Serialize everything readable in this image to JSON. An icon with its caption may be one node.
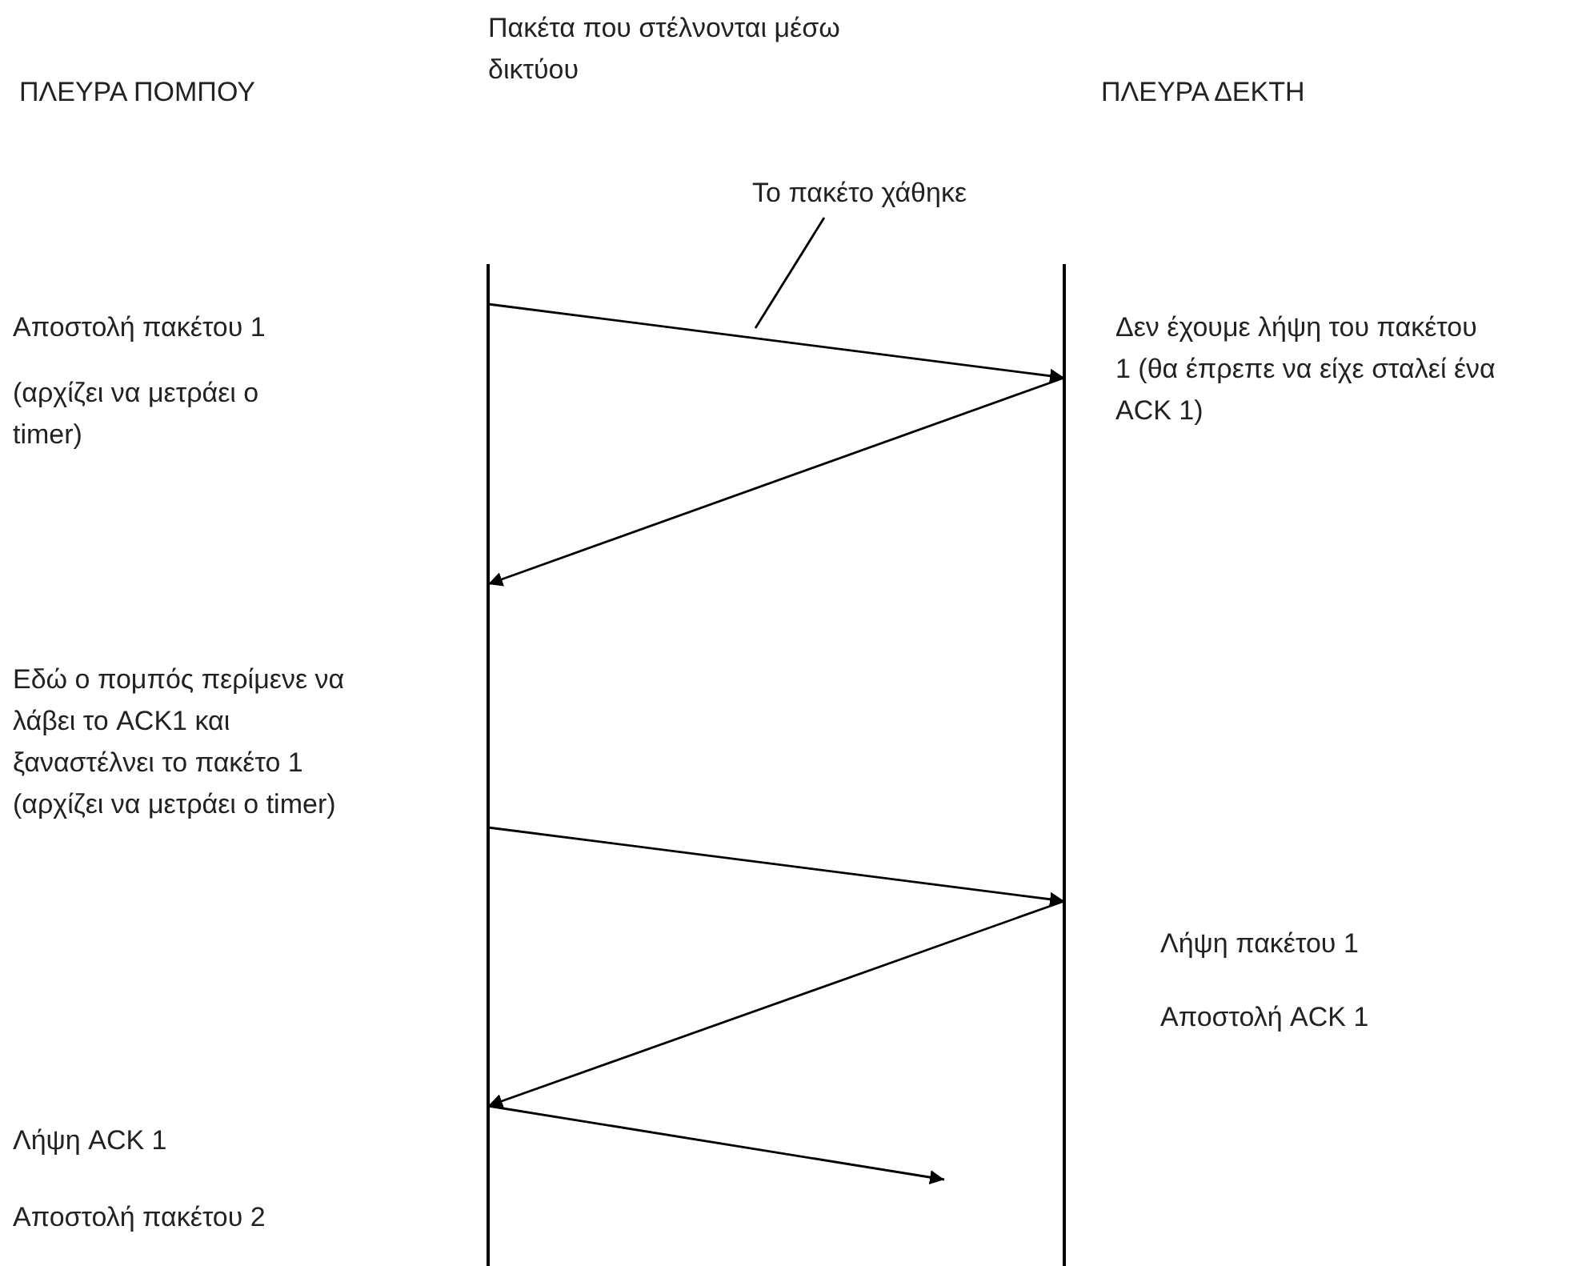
{
  "diagram": {
    "nodes": [
      {
        "text": [],
        "shape": "bar"
      },
      {
        "text": [],
        "shape": "bar"
      },
      {
        "text": [
          "Το πακέτο χάθηκε"
        ]
      }
    ],
    "edges": [
      {
        "from": 0,
        "to": 1,
        "arrow": "to"
      },
      {
        "from": 1,
        "to": 0,
        "arrow": "to"
      },
      {
        "from": 0,
        "to": 1,
        "arrow": "to"
      },
      {
        "from": 1,
        "to": 0,
        "arrow": "to"
      },
      {
        "from": 0,
        "to": null,
        "arrow": "to"
      },
      {
        "from": 2,
        "to": null,
        "arrow": "none"
      }
    ],
    "labels": [
      "ΠΛΕΥΡΑ ΠΟΜΠΟΥ",
      "Πακέτα που στέλνονται μέσω δικτύου",
      "ΠΛΕΥΡΑ ΔΕΚΤΗ",
      "Αποστολή πακέτου 1",
      "Δεν έχουμε λήψη του πακέτου 1 (θα έπρεπε να είχε σταλεί ένα ACK 1)",
      "(αρχίζει να μετράει ο timer)",
      "Εδώ ο πομπός περίμενε να λάβει το ACK1 και ξαναστέλνει το πακέτο 1 (αρχίζει να μετράει ο timer)",
      "Λήψη πακέτου 1",
      "Αποστολή ACK 1",
      "Λήψη ACK 1",
      "Αποστολή πακέτου 2"
    ]
  }
}
